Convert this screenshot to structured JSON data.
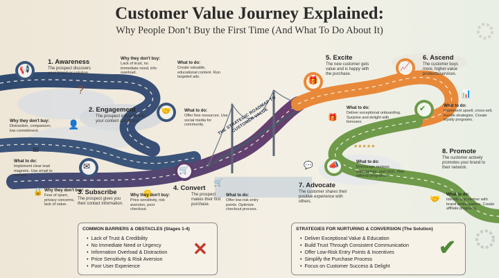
{
  "title": "Customer Value Journey Explained:",
  "subtitle": "Why People Don’t Buy the First Time (And What To Do About It)",
  "bridge_label": "THE STRATEGIC ROADMAP TO CUSTOMER VALUE",
  "stages": [
    {
      "title": "1. Awareness",
      "desc": "The prospect discovers your brand or solution.",
      "why_label": "Why they don't buy:",
      "why": "Lack of trust, no immediate need, info overload.",
      "todo_label": "What to do:",
      "todo": "Create valuable, educational content. Run targeted ads.",
      "icon": "megaphone-icon"
    },
    {
      "title": "2. Engagement",
      "desc": "The prospect interacts with your content and brand.",
      "why_label": "Why they don't buy:",
      "why": "Distraction, comparison, low commitment.",
      "todo_label": "What to do:",
      "todo": "Offer free resources. Use social media for community.",
      "icon": "handshake-icon"
    },
    {
      "title": "3. Subscribe",
      "desc": "The prospect gives you their contact information.",
      "why_label": "Why they don't buy:",
      "why": "Fear of spam, privacy concerns, lack of value.",
      "todo_label": "What to do:",
      "todo": "Implement clear lead magnets. Use email to nurture.",
      "icon": "envelope-icon"
    },
    {
      "title": "4. Convert",
      "desc": "The prospect makes their first purchase.",
      "why_label": "Why they don't buy:",
      "why": "Price sensitivity, risk aversion, poor checkout.",
      "todo_label": "What to do:",
      "todo": "Offer low-risk entry points. Optimize checkout process.",
      "icon": "cart-icon"
    },
    {
      "title": "5. Excite",
      "desc": "The new customer gets value and is happy with the purchase.",
      "todo_label": "What to do:",
      "todo": "Deliver exceptional onboarding. Surprise and delight with bonuses.",
      "icon": "gift-icon"
    },
    {
      "title": "6. Ascend",
      "desc": "The customer buys more, higher-value products/services.",
      "todo_label": "What to do:",
      "todo": "Implement upsell, cross-sell, bundle strategies. Create loyalty programs.",
      "icon": "growth-chart-icon"
    },
    {
      "title": "7. Advocate",
      "desc": "The customer shares their positive experience with others.",
      "todo_label": "What to do:",
      "todo": "Encourage reviews, testimonials, and UGC. Run referral programs.",
      "icon": "review-stars-icon"
    },
    {
      "title": "8. Promote",
      "desc": "The customer actively promotes your brand to their network.",
      "todo_label": "What to do:",
      "todo": "Identify and partner with brand ambassadors. Create affiliate programs.",
      "icon": "partnership-icon"
    }
  ],
  "barriers": {
    "title": "COMMON BARRIERS & OBSTACLES (Stages 1-4)",
    "items": [
      "Lack of Trust & Credibility",
      "No Immediate Need or Urgency",
      "Information Overload & Distraction",
      "Price Sensitivity & Risk Aversion",
      "Poor User Experience"
    ]
  },
  "strategies": {
    "title": "STRATEGIES FOR NURTURING & CONVERSION (The Solution)",
    "items": [
      "Deliver Exceptional Value & Education",
      "Build Trust Through Consistent Communication",
      "Offer Low-Risk Entry Points & Incentives",
      "Simplify the Purchase Process",
      "Focus on Customer Success & Delight"
    ]
  },
  "colors": {
    "road_left": "#2f4a6e",
    "road_mid": "#5a3d6b",
    "road_orange": "#e8893a",
    "road_green": "#6f9a4a",
    "barrier_x": "#c0392b",
    "strategy_check": "#4f8a3a"
  }
}
